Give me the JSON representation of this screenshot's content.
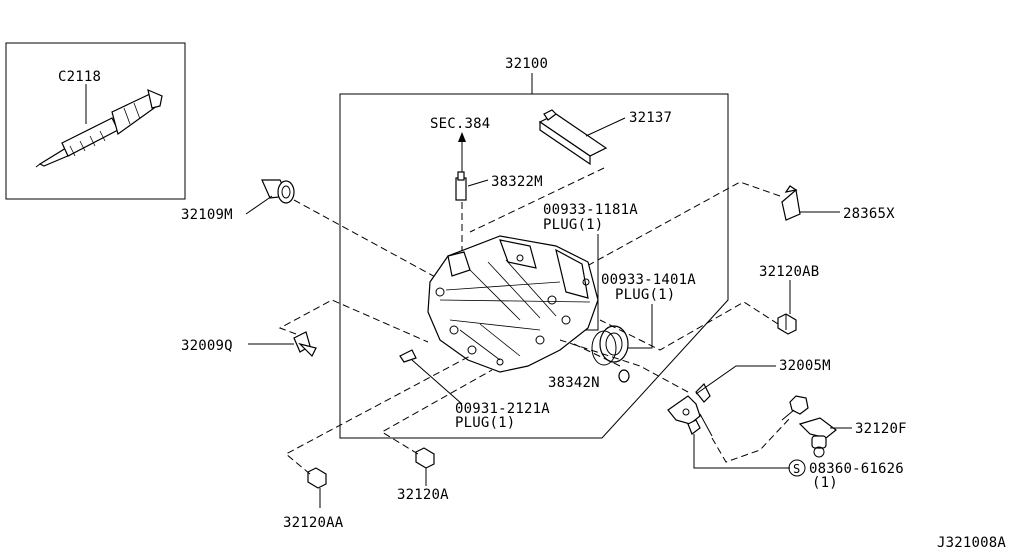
{
  "diagram": {
    "inset_part": "C2118",
    "main_assembly": "32100",
    "section_ref": "SEC.384",
    "parts": {
      "p32137": "32137",
      "p38322M": "38322M",
      "p32109M": "32109M",
      "p28365X": "28365X",
      "p00933_1181A": "00933-1181A",
      "plug_1181A": "PLUG(1)",
      "p00933_1401A": "00933-1401A",
      "plug_1401A": "PLUG(1)",
      "p32120AB": "32120AB",
      "p32009Q": "32009Q",
      "p38342N": "38342N",
      "p32005M": "32005M",
      "p00931_2121A": "00931-2121A",
      "plug_2121A": "PLUG(1)",
      "p32120F": "32120F",
      "screw_symbol": "S",
      "p08360_61626": "08360-61626",
      "qty_08360": "(1)",
      "p32120A": "32120A",
      "p32120AA": "32120AA"
    },
    "drawing_code": "J321008A"
  }
}
